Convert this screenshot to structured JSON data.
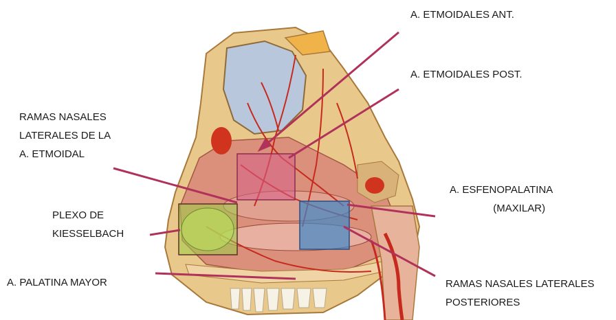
{
  "labels": {
    "etmoidales_ant": "A. ETMOIDALES ANT.",
    "etmoidales_post": "A. ETMOIDALES POST.",
    "ramas_nasales_laterales_etmoidal": [
      "RAMAS NASALES",
      "LATERALES DE LA",
      "A. ETMOIDAL"
    ],
    "esfenopalatina": [
      "A. ESFENOPALATINA",
      "(MAXILAR)"
    ],
    "plexo_kiesselbach": [
      "PLEXO DE",
      "KIESSELBACH"
    ],
    "palatina_mayor": "A. PALATINA MAYOR",
    "ramas_nasales_laterales_posteriores": [
      "RAMAS NASALES LATERALES",
      "POSTERIORES"
    ]
  },
  "colors": {
    "pointer_line": "#b0325a",
    "highlight_pink": "#d9608a",
    "highlight_green": "#9ccf48",
    "highlight_blue": "#3f87c8",
    "bone": "#e9c88b",
    "mucosa": "#d98a7a",
    "artery": "#c62a1e",
    "sinus": "#b9c7dc"
  }
}
